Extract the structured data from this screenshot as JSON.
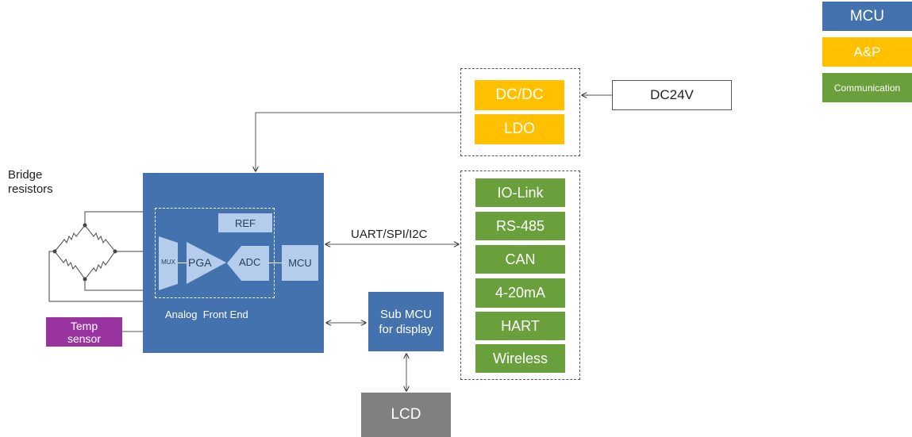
{
  "legend": {
    "mcu": "MCU",
    "amp": "A&P",
    "comm": "Communication"
  },
  "power": {
    "dcdc": "DC/DC",
    "ldo": "LDO",
    "input": "DC24V"
  },
  "bridge": {
    "label_line1": "Bridge",
    "label_line2": "resistors"
  },
  "afe": {
    "ref": "REF",
    "mux": "MUX",
    "pga": "PGA",
    "adc": "ADC",
    "mcu": "MCU",
    "caption": "Analog  Front End"
  },
  "temp_sensor": {
    "line1": "Temp",
    "line2": "sensor"
  },
  "bus_label": "UART/SPI/I2C",
  "sub_mcu": {
    "line1": "Sub MCU",
    "line2": "for display"
  },
  "lcd": "LCD",
  "comm_items": [
    "IO-Link",
    "RS-485",
    "CAN",
    "4-20mA",
    "HART",
    "Wireless"
  ],
  "colors": {
    "mcu": "#4472ae",
    "amp": "#ffc000",
    "comm": "#6aa03c",
    "lcd": "#808080",
    "temp": "#9933a0",
    "inner": "#b4cdec"
  }
}
